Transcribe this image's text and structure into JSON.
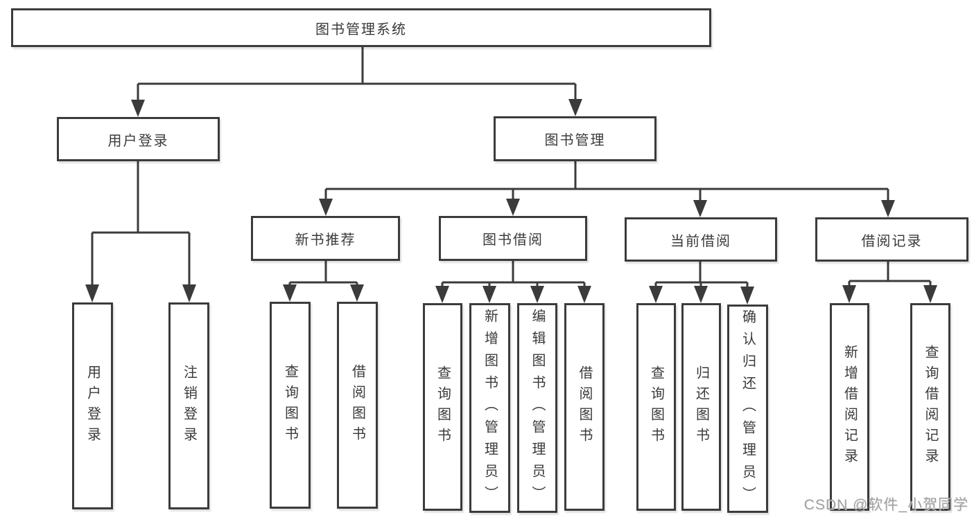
{
  "diagram": {
    "root": {
      "label": "图书管理系统"
    },
    "level2": {
      "user_login": {
        "label": "用户登录"
      },
      "book_management": {
        "label": "图书管理"
      }
    },
    "user_login_children": {
      "login": {
        "label": "用户登录"
      },
      "logout": {
        "label": "注销登录"
      }
    },
    "level3": {
      "new_book_recommend": {
        "label": "新书推荐"
      },
      "book_borrow": {
        "label": "图书借阅"
      },
      "current_borrow": {
        "label": "当前借阅"
      },
      "borrow_records": {
        "label": "借阅记录"
      }
    },
    "new_book_children": {
      "query_books": {
        "label": "查询图书"
      },
      "borrow_books": {
        "label": "借阅图书"
      }
    },
    "book_borrow_children": {
      "query_books": {
        "label": "查询图书"
      },
      "add_books": {
        "label": "新增图书（管理员）"
      },
      "edit_books": {
        "label": "编辑图书（管理员）"
      },
      "borrow_books": {
        "label": "借阅图书"
      }
    },
    "current_borrow_children": {
      "query_books": {
        "label": "查询图书"
      },
      "return_books": {
        "label": "归还图书"
      },
      "confirm_return": {
        "label": "确认归还（管理员）"
      }
    },
    "borrow_record_children": {
      "add_record": {
        "label": "新增借阅记录"
      },
      "query_record": {
        "label": "查询借阅记录"
      }
    },
    "colors": {
      "line": "#3b3b3b",
      "text": "#3a3a3a",
      "background": "#ffffff",
      "watermark": "#949494"
    }
  },
  "watermark": {
    "text": "CSDN @软件_小贺同学"
  }
}
